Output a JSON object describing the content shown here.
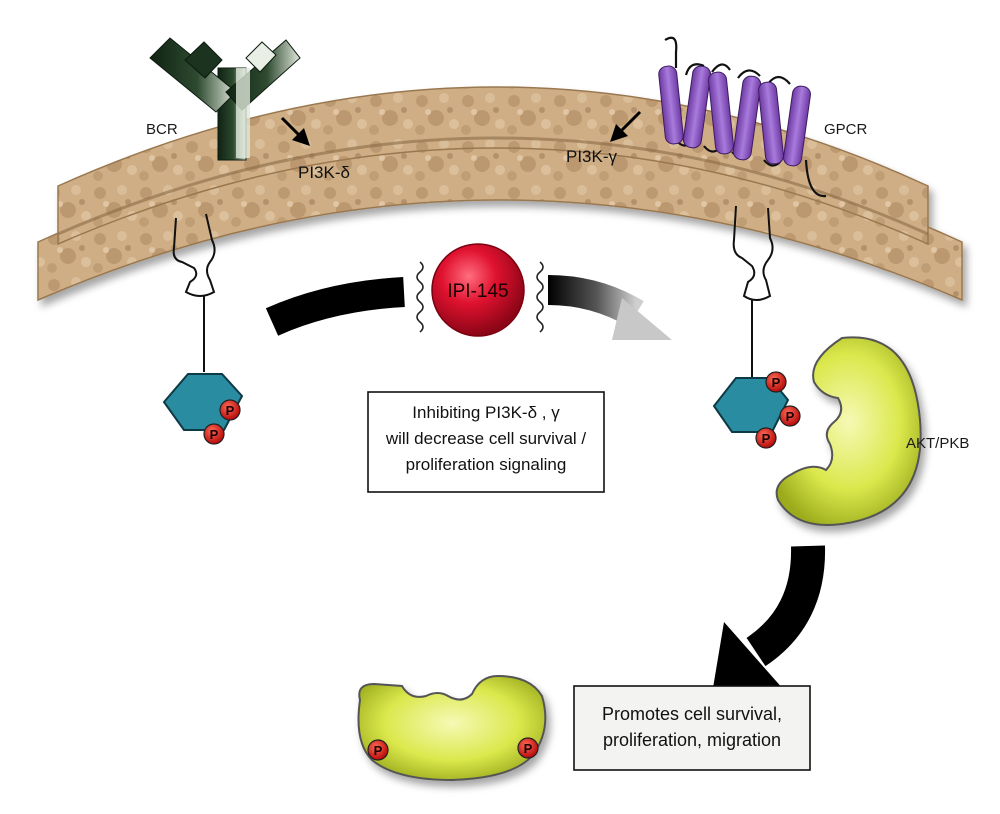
{
  "labels": {
    "bcr": "BCR",
    "gpcr": "GPCR",
    "pi3k_delta": "PI3K-δ",
    "pi3k_gamma": "PI3K-γ",
    "drug": "IPI-145",
    "akt": "AKT/PKB",
    "phospho": "P"
  },
  "inhibit_box": {
    "lines": [
      "Inhibiting PI3K-δ , γ",
      "will decrease cell survival /",
      "proliferation signaling"
    ]
  },
  "outcome_box": {
    "lines": [
      "Promotes cell survival,",
      "proliferation, migration"
    ]
  },
  "colors": {
    "membrane": "#c9a77e",
    "membrane_dark": "#8a6a45",
    "bcr_receptor": "#1f3a22",
    "gpcr_helix": "#9a63cf",
    "drug": "#e0122f",
    "akt": "#d9e64a",
    "phospho": "#e01414",
    "pi3k_hexagon": "#2a8ca0"
  }
}
